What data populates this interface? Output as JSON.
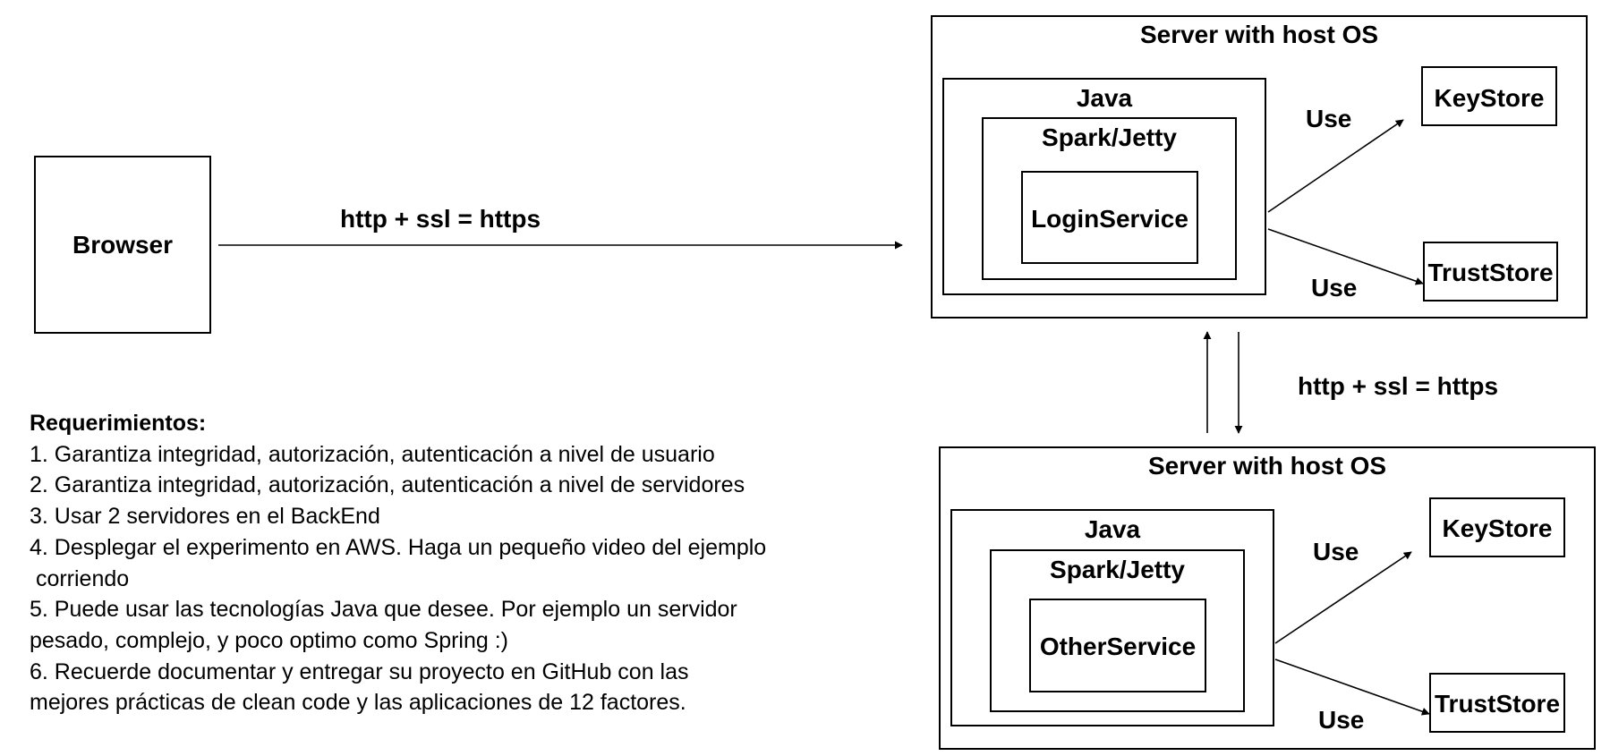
{
  "browser": {
    "label": "Browser"
  },
  "links": {
    "browser_to_server": "http + ssl = https",
    "server_to_server": "http + ssl = https"
  },
  "server_top": {
    "title": "Server with host OS",
    "runtime": "Java",
    "container": "Spark/Jetty",
    "service": "LoginService",
    "keystore": "KeyStore",
    "truststore": "TrustStore",
    "use_key": "Use",
    "use_trust": "Use"
  },
  "server_bottom": {
    "title": "Server with host OS",
    "runtime": "Java",
    "container": "Spark/Jetty",
    "service": "OtherService",
    "keystore": "KeyStore",
    "truststore": "TrustStore",
    "use_key": "Use",
    "use_trust": "Use"
  },
  "requirements": {
    "heading": "Requerimientos:",
    "lines": [
      "1. Garantiza integridad, autorización, autenticación a nivel de usuario",
      "2. Garantiza integridad, autorización, autenticación a nivel de servidores",
      "3. Usar 2 servidores en el BackEnd",
      "4. Desplegar el experimento en AWS. Haga un pequeño video del ejemplo",
      " corriendo",
      "5. Puede usar las tecnologías Java que desee. Por ejemplo un servidor",
      "pesado, complejo, y poco optimo como Spring :)",
      "6. Recuerde documentar y entregar su proyecto en GitHub con las",
      "mejores prácticas de clean code y las aplicaciones de 12 factores."
    ]
  }
}
